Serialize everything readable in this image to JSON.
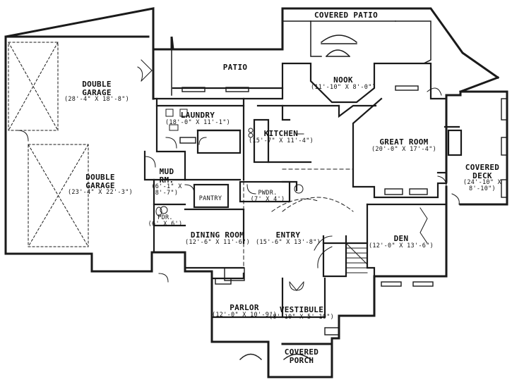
{
  "rooms": {
    "covered_patio": {
      "name": "COVERED PATIO"
    },
    "patio": {
      "name": "PATIO"
    },
    "garage_upper": {
      "name_line1": "DOUBLE",
      "name_line2": "GARAGE",
      "dims": "(28'-4\" X 18'-8\")"
    },
    "garage_lower": {
      "name_line1": "DOUBLE",
      "name_line2": "GARAGE",
      "dims": "(23'-4\" X 22'-3\")"
    },
    "laundry": {
      "name": "LAUNDRY",
      "dims": "(18'-0\" X 11'-1\")"
    },
    "kitchen": {
      "name": "KITCHEN",
      "dims": "(15'-7\" X 11'-4\")"
    },
    "nook": {
      "name": "NOOK",
      "dims": "(11'-10\" X 8'-0\")"
    },
    "great_room": {
      "name": "GREAT ROOM",
      "dims": "(20'-0\" X 17'-4\")"
    },
    "covered_deck": {
      "name_line1": "COVERED",
      "name_line2": "DECK",
      "dims_line1": "(24'-10\" X",
      "dims_line2": "8'-10\")"
    },
    "mud_rm": {
      "name_line1": "MUD",
      "name_line2": "RM.",
      "dims_line1": "(6'-1\" X",
      "dims_line2": "8'-7\")"
    },
    "pantry": {
      "name": "PANTRY"
    },
    "pwdr": {
      "name": "PWDR.",
      "dims": "(7' X 4')"
    },
    "pdr": {
      "name": "PDR.",
      "dims": "(6' X 6')"
    },
    "dining_room": {
      "name": "DINING ROOM",
      "dims": "(12'-6\" X 11'-6\")"
    },
    "entry": {
      "name": "ENTRY",
      "dims": "(15'-6\" X 13'-8\")"
    },
    "den": {
      "name": "DEN",
      "dims": "(12'-0\" X 13'-6\")"
    },
    "parlor": {
      "name": "PARLOR",
      "dims": "(12'-0\" X 10'-9\")"
    },
    "vestibule": {
      "name": "VESTIBULE",
      "dims": "(8'-10\" X 5'-10\")"
    },
    "covered_porch": {
      "name_line1": "COVERED",
      "name_line2": "PORCH"
    }
  },
  "colors": {
    "line": "#1a1a1a",
    "background": "#ffffff"
  }
}
